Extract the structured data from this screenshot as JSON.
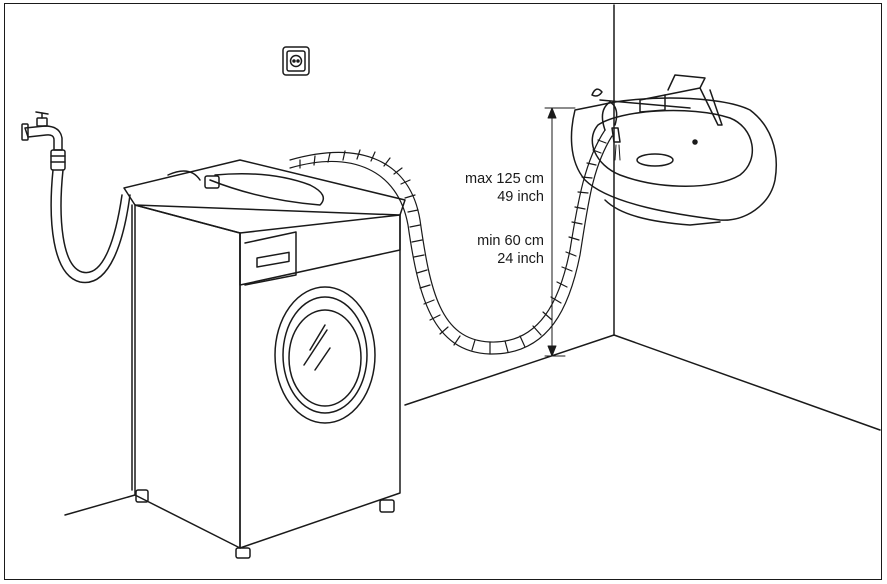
{
  "measurements": {
    "max_metric": "max 125 cm",
    "max_imperial": "49 inch",
    "min_metric": "min 60 cm",
    "min_imperial": "24 inch"
  },
  "icons": {
    "wall_socket": "socket-icon",
    "water_tap": "tap-icon",
    "basin": "sink-icon",
    "appliance": "washing-machine-icon"
  },
  "colors": {
    "line": "#1a1a1a",
    "background": "#ffffff"
  }
}
